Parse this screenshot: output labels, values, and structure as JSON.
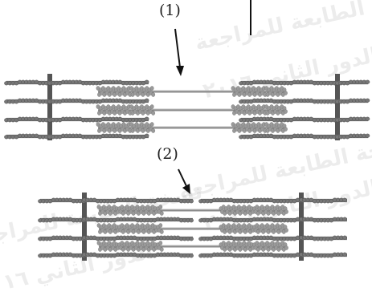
{
  "labels": {
    "state_1": "(1)",
    "state_2": "(2)"
  },
  "watermark": {
    "lines": [
      "نسخة الطابعة للمراجعة",
      "الدور الثاني ٢٠١٦",
      "نسخة الطابعة للمراجعة",
      "الدور الثاني ٢٠١٦",
      "نسخة الطابعة للمراجعة",
      "الدور الثاني ٢٠١٦"
    ]
  },
  "colors": {
    "z_line": "#555555",
    "actin": "#777777",
    "myosin": "#9a9a9a",
    "arrow": "#111111"
  }
}
